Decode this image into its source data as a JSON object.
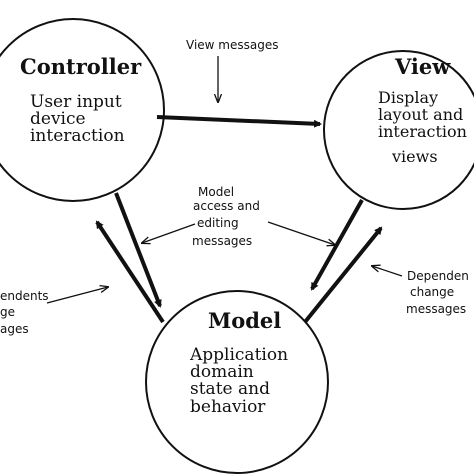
{
  "controller": {
    "title": "Controller",
    "lines": [
      "User input",
      "device",
      "interaction"
    ]
  },
  "view": {
    "title": "View",
    "lines": [
      "Display",
      "layout and",
      "interaction",
      "views"
    ]
  },
  "model": {
    "title": "Model",
    "lines": [
      "Application",
      "domain",
      "state and",
      "behavior"
    ]
  },
  "annotations": {
    "view_messages": "View  messages",
    "model_access": [
      "Model",
      "access and",
      "editing",
      "messages"
    ],
    "dependents_left": [
      "endents",
      "ge",
      "ages"
    ],
    "dependents_right": [
      "Dependen",
      "change",
      "messages"
    ]
  },
  "colors": {
    "ink": "#111111",
    "background": "#ffffff"
  }
}
